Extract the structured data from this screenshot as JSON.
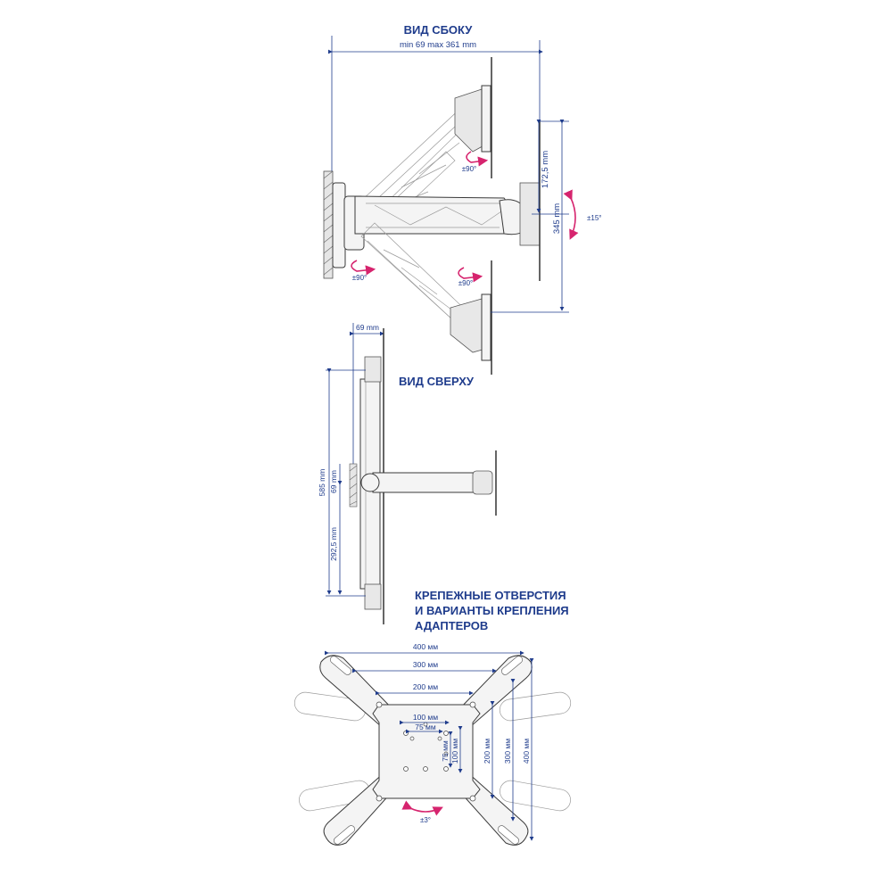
{
  "titles": {
    "side_view": "ВИД СБОКУ",
    "top_view": "ВИД СВЕРХУ",
    "holes_line1": "КРЕПЕЖНЫЕ ОТВЕРСТИЯ",
    "holes_line2": "И ВАРИАНТЫ КРЕПЛЕНИЯ",
    "holes_line3": "АДАПТЕРОВ"
  },
  "side_view": {
    "depth_range": "min 69 max 361 mm",
    "height_half": "172,5 mm",
    "height_full": "345 mm",
    "tilt": "±15°",
    "swivel_top": "±90°",
    "swivel_mid": "±90°",
    "swivel_wall": "±90°"
  },
  "top_view": {
    "depth": "69 mm",
    "width_full": "585 mm",
    "width_half": "292,5 mm",
    "wall_depth": "69 mm"
  },
  "vesa": {
    "w400": "400 мм",
    "w300": "300 мм",
    "w200": "200 мм",
    "w100": "100 мм",
    "w75": "75 мм",
    "h75": "75 мм",
    "h100": "100 мм",
    "h200": "200 мм",
    "h300": "300 мм",
    "h400": "400 мм",
    "rotation": "±3°"
  },
  "colors": {
    "text": "#1f3c8c",
    "arrow": "#d6246e",
    "line": "#3a3a3a"
  }
}
